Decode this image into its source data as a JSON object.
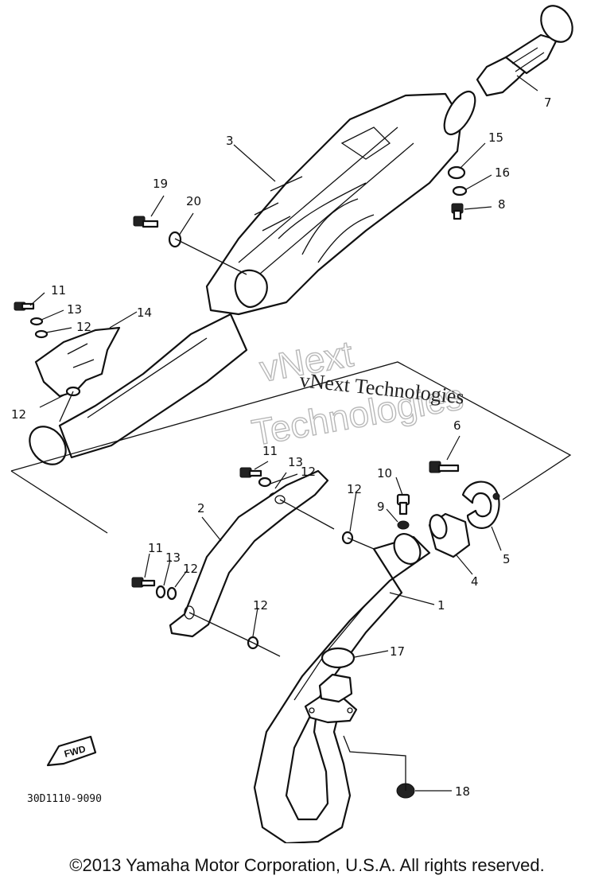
{
  "diagram": {
    "callouts": {
      "c1": "1",
      "c2": "2",
      "c3": "3",
      "c4": "4",
      "c5": "5",
      "c6": "6",
      "c7": "7",
      "c8": "8",
      "c9": "9",
      "c10": "10",
      "c11a": "11",
      "c11b": "11",
      "c11c": "11",
      "c12a": "12",
      "c12b": "12",
      "c12c": "12",
      "c12d": "12",
      "c12e": "12",
      "c12f": "12",
      "c13a": "13",
      "c13b": "13",
      "c13c": "13",
      "c14": "14",
      "c15": "15",
      "c16": "16",
      "c17": "17",
      "c18": "18",
      "c19": "19",
      "c20": "20"
    },
    "fwd_label": "FWD",
    "diagram_code": "30D1110-9090"
  },
  "watermark": {
    "line1": "vNext Technologies",
    "line2a": "vNext",
    "line2b": "Technologies"
  },
  "footer": {
    "copyright": "©2013 Yamaha Motor Corporation, U.S.A. All rights reserved."
  }
}
